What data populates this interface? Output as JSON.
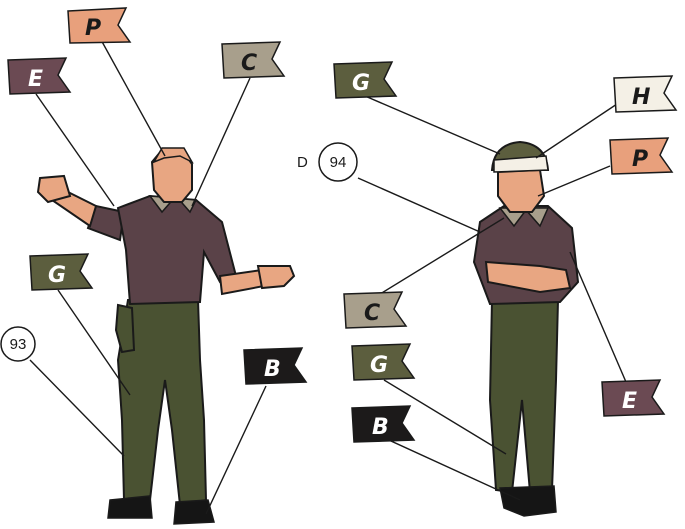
{
  "colors": {
    "P": "#e8a07c",
    "C": "#a89f8c",
    "E": "#6b4a53",
    "G": "#5c5e3e",
    "H": "#f4f0e6",
    "B": "#1c1a1a",
    "outline": "#1a1a1a",
    "shirt": "#5a4248",
    "pants": "#4a5232",
    "skin": "#e8a682",
    "helmet": "#5c5e3e",
    "boots": "#151515"
  },
  "figure_93": {
    "number": "93",
    "flags": {
      "P": "P",
      "C": "C",
      "E": "E",
      "G": "G",
      "B": "B"
    }
  },
  "figure_94": {
    "prefix": "D",
    "number": "94",
    "flags": {
      "G_top": "G",
      "H": "H",
      "P": "P",
      "C": "C",
      "G": "G",
      "B": "B",
      "E": "E"
    }
  }
}
